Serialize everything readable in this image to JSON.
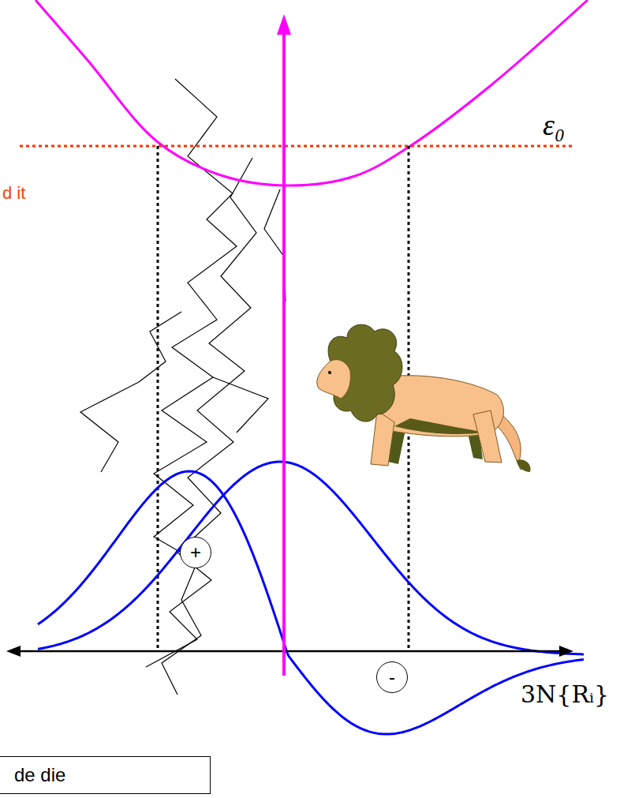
{
  "diagram": {
    "nodes": [
      {
        "text": [
          "+"
        ]
      },
      {
        "text": [
          "-"
        ]
      },
      {
        "text": [
          "de die"
        ]
      }
    ],
    "labels": [
      "ε₀",
      "d it",
      "3N{Rᵢ}"
    ]
  }
}
